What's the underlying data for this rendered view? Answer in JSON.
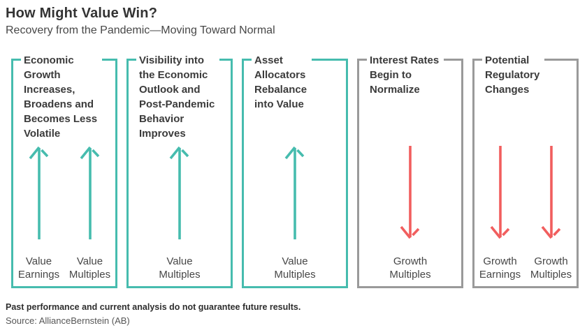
{
  "header": {
    "title": "How Might Value Win?",
    "subtitle": "Recovery from the Pandemic—Moving Toward Normal"
  },
  "colors": {
    "teal": "#46bcae",
    "red": "#f15e5e",
    "gray_border": "#9a9a9a",
    "text_dark": "#3b3b3b"
  },
  "boxes": [
    {
      "title": "Economic\nGrowth\nIncreases,\nBroadens and\nBecomes Less\nVolatile",
      "theme": "teal",
      "direction": "up",
      "arrows": [
        {
          "label": "Value\nEarnings"
        },
        {
          "label": "Value\nMultiples"
        }
      ]
    },
    {
      "title": "Visibility into\nthe Economic\nOutlook and\nPost-Pandemic\nBehavior\nImproves",
      "theme": "teal",
      "direction": "up",
      "arrows": [
        {
          "label": "Value\nMultiples"
        }
      ]
    },
    {
      "title": "Asset\nAllocators\nRebalance\ninto Value",
      "theme": "teal",
      "direction": "up",
      "arrows": [
        {
          "label": "Value\nMultiples"
        }
      ]
    },
    {
      "title": "Interest Rates\nBegin to\nNormalize",
      "theme": "gray",
      "direction": "down",
      "arrows": [
        {
          "label": "Growth\nMultiples"
        }
      ]
    },
    {
      "title": "Potential\nRegulatory\nChanges",
      "theme": "gray",
      "direction": "down",
      "arrows": [
        {
          "label": "Growth\nEarnings"
        },
        {
          "label": "Growth\nMultiples"
        }
      ]
    }
  ],
  "footer": {
    "disclaimer": "Past performance and current analysis do not guarantee future results.",
    "source": "Source: AllianceBernstein (AB)"
  }
}
